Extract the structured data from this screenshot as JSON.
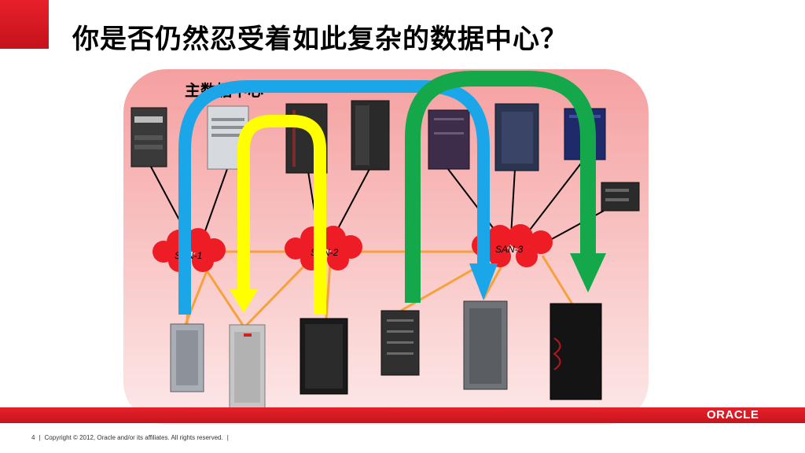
{
  "slide": {
    "title": "你是否仍然忍受着如此复杂的数据中心？",
    "page_number": "4",
    "copyright": "Copyright © 2012, Oracle and/or its affiliates. All rights reserved.",
    "logo_text": "ORACLE"
  },
  "diagram": {
    "region_label": "主数据中心",
    "san_labels": [
      "SAN-1",
      "SAN-2",
      "SAN-3"
    ],
    "colors": {
      "background": "#f8a5a5",
      "arrow_blue": "#1ba6ea",
      "arrow_yellow": "#ffff00",
      "arrow_green": "#14a84a",
      "san_cloud": "#ee1c24",
      "orange_link": "#f7a13c",
      "brand_red": "#e5212a"
    },
    "servers_top": [
      {
        "icon": "server-tower-icon",
        "color": "#3a3a3a"
      },
      {
        "icon": "server-tower-icon",
        "color": "#d6d9de"
      },
      {
        "icon": "server-tower-icon",
        "color": "#2d2d2d"
      },
      {
        "icon": "server-tower-icon",
        "color": "#2a2a2a"
      },
      {
        "icon": "server-tower-icon",
        "color": "#3d2d4a"
      },
      {
        "icon": "server-tower-icon",
        "color": "#2c3550"
      },
      {
        "icon": "server-tower-icon",
        "color": "#1e2a6a"
      },
      {
        "icon": "rack-unit-icon",
        "color": "#2b2b2b"
      }
    ],
    "storage_bottom": [
      {
        "icon": "storage-array-icon",
        "color": "#a9adb4"
      },
      {
        "icon": "storage-array-icon",
        "color": "#c6c6c6"
      },
      {
        "icon": "storage-array-icon",
        "color": "#1a1a1a"
      },
      {
        "icon": "storage-array-icon",
        "color": "#303030"
      },
      {
        "icon": "storage-array-icon",
        "color": "#6f7378"
      },
      {
        "icon": "storage-array-icon",
        "color": "#141414"
      }
    ]
  }
}
